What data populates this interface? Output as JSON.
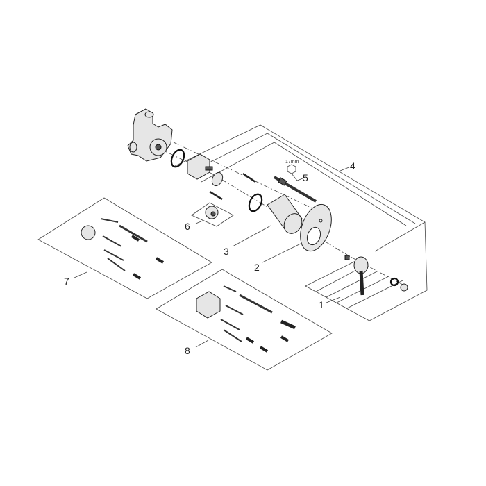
{
  "diagram": {
    "callouts": [
      {
        "id": "1",
        "label": "1"
      },
      {
        "id": "2",
        "label": "2"
      },
      {
        "id": "3",
        "label": "3"
      },
      {
        "id": "4",
        "label": "4"
      },
      {
        "id": "5",
        "label": "5"
      },
      {
        "id": "6",
        "label": "6"
      },
      {
        "id": "7",
        "label": "7"
      },
      {
        "id": "8",
        "label": "8"
      }
    ],
    "wrench_size": "17mm"
  }
}
